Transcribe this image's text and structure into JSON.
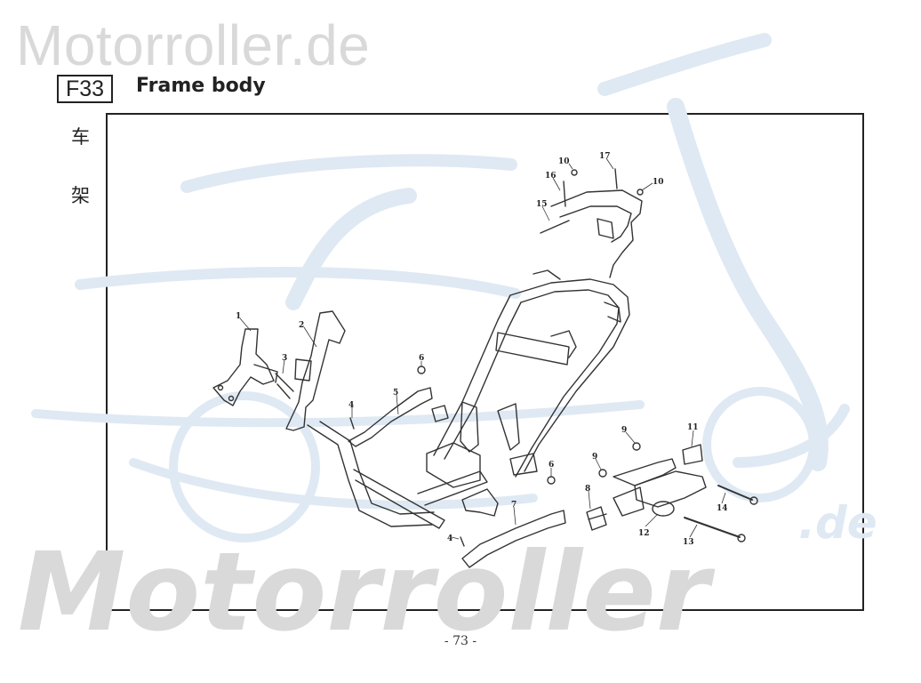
{
  "watermark": {
    "top_text": "Motorroller.de",
    "bottom_text": "Motorroller",
    "suffix_text": ".de",
    "color": "#d9d9d9",
    "logo_color": "#dfe9f3"
  },
  "header": {
    "section_code": "F33",
    "title": "Frame body",
    "chinese_chars": [
      "车",
      "架"
    ]
  },
  "diagram": {
    "callouts": [
      {
        "id": "c1",
        "label": "1"
      },
      {
        "id": "c2",
        "label": "2"
      },
      {
        "id": "c3",
        "label": "3"
      },
      {
        "id": "c4a",
        "label": "4"
      },
      {
        "id": "c4b",
        "label": "4"
      },
      {
        "id": "c5",
        "label": "5"
      },
      {
        "id": "c6a",
        "label": "6"
      },
      {
        "id": "c6b",
        "label": "6"
      },
      {
        "id": "c7",
        "label": "7"
      },
      {
        "id": "c8",
        "label": "8"
      },
      {
        "id": "c9a",
        "label": "9"
      },
      {
        "id": "c9b",
        "label": "9"
      },
      {
        "id": "c10a",
        "label": "10"
      },
      {
        "id": "c10b",
        "label": "10"
      },
      {
        "id": "c11",
        "label": "11"
      },
      {
        "id": "c12",
        "label": "12"
      },
      {
        "id": "c13",
        "label": "13"
      },
      {
        "id": "c14",
        "label": "14"
      },
      {
        "id": "c15",
        "label": "15"
      },
      {
        "id": "c16",
        "label": "16"
      },
      {
        "id": "c17",
        "label": "17"
      }
    ]
  },
  "footer": {
    "page_number": "- 73 -"
  }
}
